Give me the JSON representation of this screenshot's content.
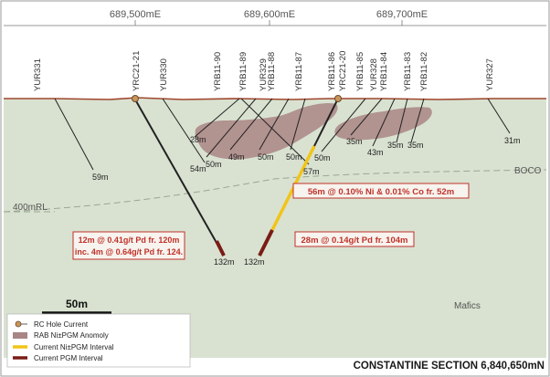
{
  "eastings": [
    "689,500mE",
    "689,600mE",
    "689,700mE"
  ],
  "holes": [
    {
      "id": "YUR331",
      "depth_label": "59m"
    },
    {
      "id": "YRC21-21",
      "depth_label": "132m"
    },
    {
      "id": "YUR330",
      "depth_label": "54m"
    },
    {
      "id": "YRB11-90",
      "depth_label": "28m"
    },
    {
      "id": "YRB11-89",
      "depth_label": "50m"
    },
    {
      "id": "YUR329",
      "depth_label": "49m"
    },
    {
      "id": "YRB11-88",
      "depth_label": "50m"
    },
    {
      "id": "YRB11-87",
      "depth_label": "50m"
    },
    {
      "id": "YRB11-86",
      "depth_label": "57m"
    },
    {
      "id": "YRC21-20",
      "depth_label": "132m"
    },
    {
      "id": "YRB11-85",
      "depth_label": "50m"
    },
    {
      "id": "YUR328",
      "depth_label": "35m"
    },
    {
      "id": "YRB11-84",
      "depth_label": "43m"
    },
    {
      "id": "YRB11-83",
      "depth_label": "35m"
    },
    {
      "id": "YRB11-82",
      "depth_label": "35m"
    },
    {
      "id": "YUR327",
      "depth_label": "31m"
    }
  ],
  "annotations": {
    "yrc20_ni": "56m @ 0.10% Ni & 0.01% Co fr. 52m",
    "yrc20_pd": "28m @ 0.14g/t Pd fr. 104m",
    "yrc21_pd_line1": "12m @ 0.41g/t Pd fr. 120m",
    "yrc21_pd_line2": "inc. 4m @ 0.64g/t Pd fr. 124."
  },
  "labels": {
    "boco": "BOCO",
    "rl": "400mRL",
    "mafics": "Mafics",
    "scale": "50m",
    "section_title": "CONSTANTINE SECTION 6,840,650mN"
  },
  "legend": [
    {
      "label": "RC Hole Current",
      "color": "#c8955a"
    },
    {
      "label": "RAB Ni±PGM Anomoly",
      "color": "#a98585"
    },
    {
      "label": "Current Ni±PGM Interval",
      "color": "#f2c417"
    },
    {
      "label": "Current PGM Interval",
      "color": "#7a1c16"
    }
  ],
  "colors": {
    "rock": "#d9e2d1",
    "sky": "#ffffff",
    "topo": "#a0462e",
    "anomaly": "#a98585",
    "ni_interval": "#f2c417",
    "pgm_interval": "#7a1c16",
    "annotation_border": "#c0322a",
    "annotation_text": "#c0322a"
  }
}
